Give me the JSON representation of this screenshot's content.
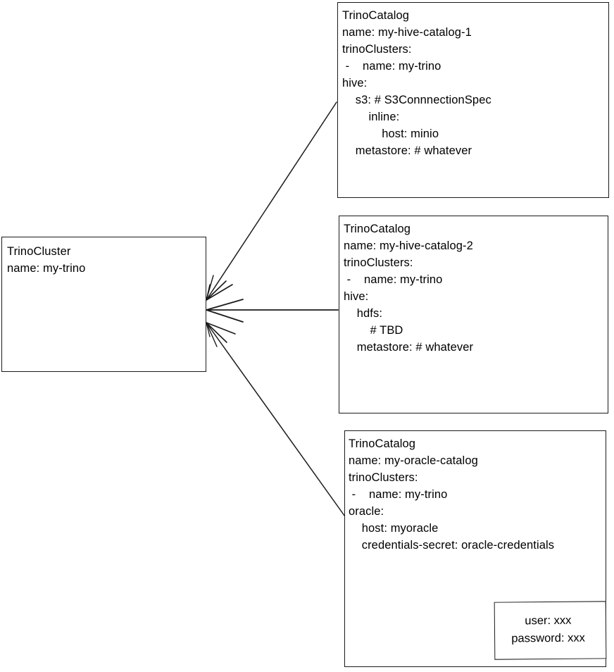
{
  "diagram": {
    "title": "TrinoCluster and TrinoCatalog relationship diagram",
    "stroke_color": "#1a1a1a",
    "background_color": "#ffffff"
  },
  "cluster": {
    "kind": "TrinoCluster",
    "text": "TrinoCluster\nname: my-trino",
    "lines": [
      "TrinoCluster",
      "name: my-trino"
    ]
  },
  "catalogs": [
    {
      "kind": "TrinoCatalog",
      "name": "my-hive-catalog-1",
      "text": "TrinoCatalog\nname: my-hive-catalog-1\ntrinoClusters:\n -    name: my-trino\nhive:\n    s3: # S3ConnnectionSpec\n        inline:\n            host: minio\n    metastore: # whatever",
      "lines": [
        "TrinoCatalog",
        "name: my-hive-catalog-1",
        "trinoClusters:",
        " -    name: my-trino",
        "hive:",
        "    s3: # S3ConnnectionSpec",
        "        inline:",
        "            host: minio",
        "    metastore: # whatever"
      ]
    },
    {
      "kind": "TrinoCatalog",
      "name": "my-hive-catalog-2",
      "text": "TrinoCatalog\nname: my-hive-catalog-2\ntrinoClusters:\n -    name: my-trino\nhive:\n    hdfs:\n        # TBD\n    metastore: # whatever",
      "lines": [
        "TrinoCatalog",
        "name: my-hive-catalog-2",
        "trinoClusters:",
        " -    name: my-trino",
        "hive:",
        "    hdfs:",
        "        # TBD",
        "    metastore: # whatever"
      ]
    },
    {
      "kind": "TrinoCatalog",
      "name": "my-oracle-catalog",
      "text": "TrinoCatalog\nname: my-oracle-catalog\ntrinoClusters:\n -    name: my-trino\noracle:\n    host: myoracle\n    credentials-secret: oracle-credentials",
      "lines": [
        "TrinoCatalog",
        "name: my-oracle-catalog",
        "trinoClusters:",
        " -    name: my-trino",
        "oracle:",
        "    host: myoracle",
        "    credentials-secret: oracle-credentials"
      ]
    }
  ],
  "credentials_secret": {
    "text": "user: xxx\npassword: xxx",
    "lines": [
      "user: xxx",
      "password: xxx"
    ]
  },
  "connectors": [
    {
      "from": "catalog-box-1",
      "to": "cluster-box",
      "style": "diagonal-arrow"
    },
    {
      "from": "catalog-box-2",
      "to": "cluster-box",
      "style": "horizontal-arrow"
    },
    {
      "from": "catalog-box-3",
      "to": "cluster-box",
      "style": "diagonal-arrow"
    },
    {
      "from": "credentials-secret-ref",
      "to": "credentials-box",
      "style": "short-arrow"
    }
  ]
}
